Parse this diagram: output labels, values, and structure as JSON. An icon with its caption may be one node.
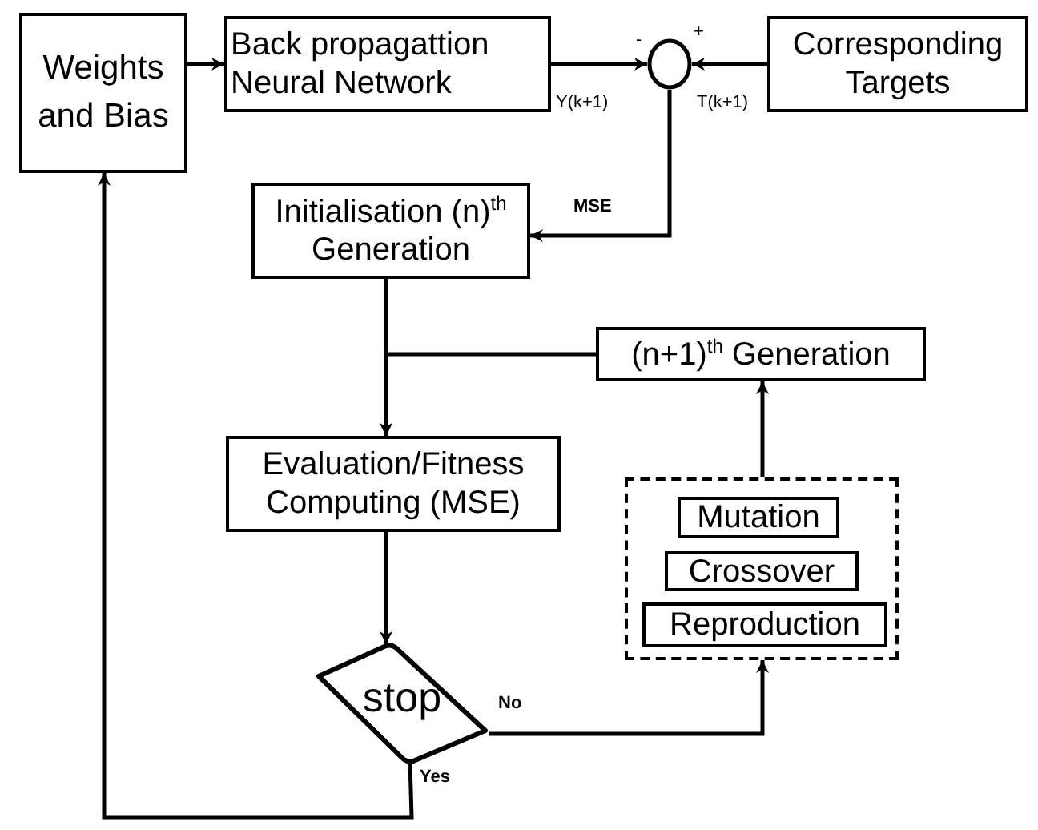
{
  "diagram": {
    "nodes": [
      {
        "text": [
          "Weights and Bias"
        ]
      },
      {
        "text": [
          "Back propagattion Neural Network"
        ]
      },
      {
        "text": [],
        "shape": "circle"
      },
      {
        "text": [
          "Corresponding Targets"
        ]
      },
      {
        "text": [
          "Initialisation (n)$^{th}$ Generation"
        ]
      },
      {
        "text": [
          "(n+1)$^{th}$ Generation"
        ]
      },
      {
        "text": [
          "Evaluation/Fitness Computing (MSE)"
        ]
      },
      {
        "text": [],
        "shape": "box"
      },
      {
        "text": [
          "Mutation"
        ],
        "in": 7
      },
      {
        "text": [
          "Crossover"
        ],
        "in": 7
      },
      {
        "text": [
          "Reproduction"
        ],
        "in": 7
      },
      {
        "text": [
          "stop"
        ]
      }
    ],
    "edges": [
      {
        "from": 0,
        "to": 1,
        "arrow": "to"
      },
      {
        "from": 1,
        "to": 2,
        "arrow": "to",
        "label": "Y(k+1)"
      },
      {
        "from": 3,
        "to": 2,
        "arrow": "to",
        "label": "T(k+1)"
      },
      {
        "from": 2,
        "to": 4,
        "arrow": "to",
        "label": "MSE"
      },
      {
        "from": 4,
        "to": 6,
        "arrow": "to"
      },
      {
        "from": 5,
        "to": 6,
        "arrow": "to"
      },
      {
        "from": 6,
        "to": 11,
        "arrow": "to"
      },
      {
        "from": 11,
        "to": 7,
        "arrow": "to",
        "label": "No"
      },
      {
        "from": 7,
        "to": 5,
        "arrow": "to"
      },
      {
        "from": 11,
        "to": 0,
        "arrow": "to",
        "label": "Yes"
      }
    ],
    "labels": [
      "-",
      "+"
    ]
  }
}
